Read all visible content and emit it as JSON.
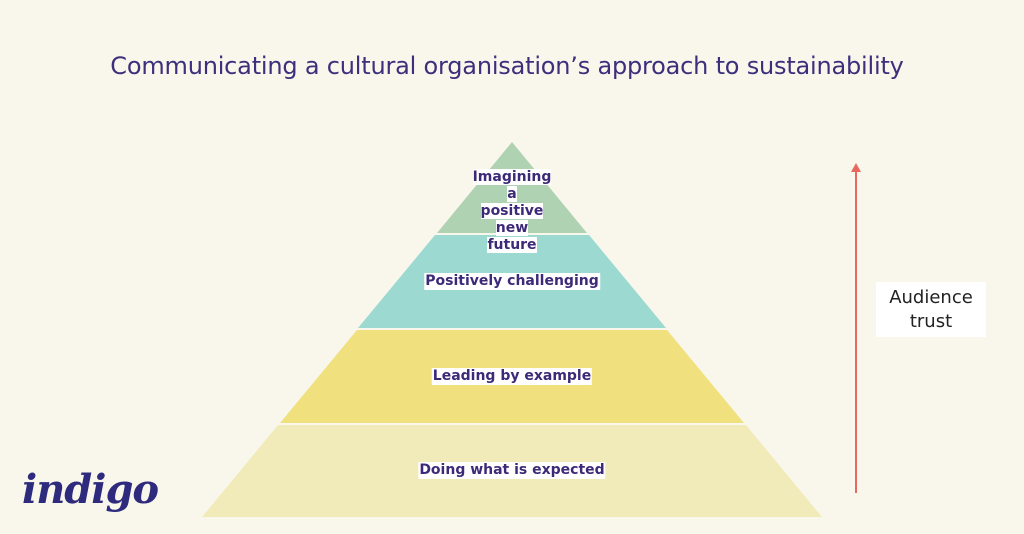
{
  "title": "Communicating a cultural organisation’s approach to sustainability",
  "pyramid": {
    "levels": [
      {
        "label": "Imagining a positive new future",
        "lines": [
          "Imagining a",
          "positive new",
          "future"
        ],
        "color": "#afd3b2"
      },
      {
        "label": "Positively challenging",
        "color": "#9bd9d1"
      },
      {
        "label": "Leading by example",
        "color": "#f0e07e"
      },
      {
        "label": "Doing what is expected",
        "color": "#f1eab9"
      }
    ]
  },
  "axis": {
    "label_line1": "Audience",
    "label_line2": "trust",
    "arrow_color": "#e8675f"
  },
  "logo": "indigo"
}
